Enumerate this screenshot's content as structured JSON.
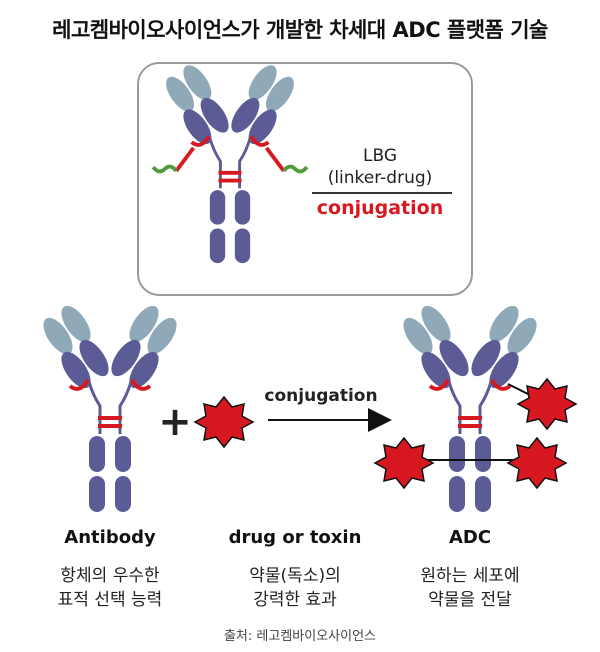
{
  "title": "레고켐바이오사이언스가 개발한 차세대 ADC 플랫폼 기술",
  "panel": {
    "lbg_line1": "LBG",
    "lbg_line2": "(linker-drug)",
    "conjugation": "conjugation"
  },
  "flow": {
    "plus": "+",
    "arrow_label": "conjugation"
  },
  "items": [
    {
      "name": "Antibody",
      "desc1": "항체의 우수한",
      "desc2": "표적 선택 능력"
    },
    {
      "name": "drug or toxin",
      "desc1": "약물(독소)의",
      "desc2": "강력한 효과"
    },
    {
      "name": "ADC",
      "desc1": "원하는 세포에",
      "desc2": "약물을 전달"
    }
  ],
  "source": "출처: 레고켐바이오사이언스",
  "colors": {
    "heavy": "#5b5b95",
    "light": "#8fa9b8",
    "red": "#d81820",
    "green": "#4f9a3b",
    "outline": "#9a9a9a"
  }
}
